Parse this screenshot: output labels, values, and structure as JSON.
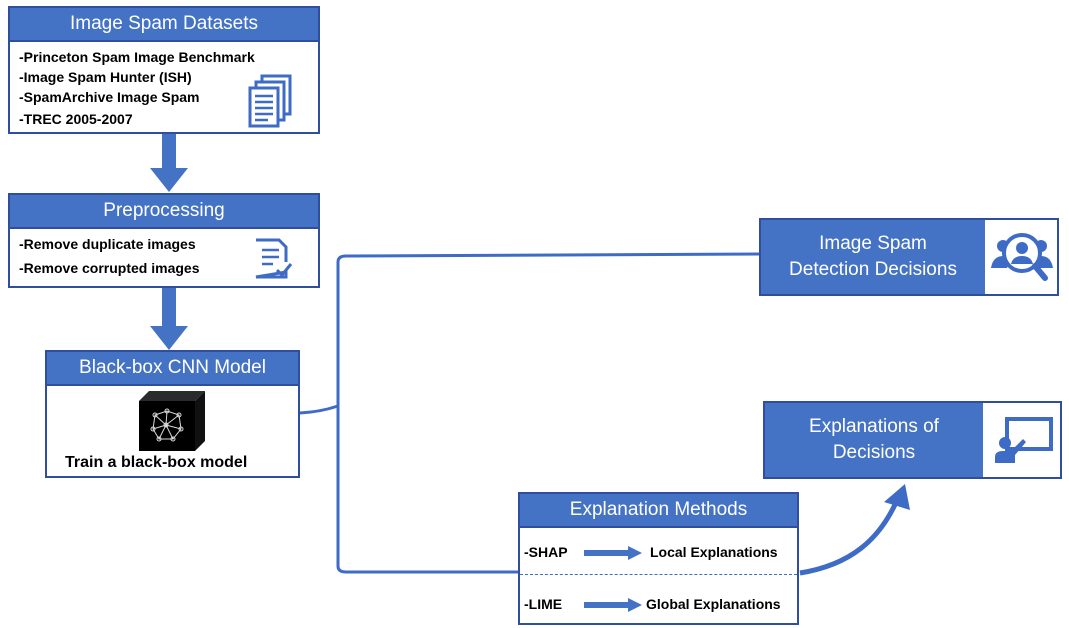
{
  "datasets": {
    "title": "Image Spam Datasets",
    "items": [
      "-Princeton Spam Image Benchmark",
      "-Image Spam Hunter (ISH)",
      "-SpamArchive Image Spam",
      "-TREC 2005-2007"
    ]
  },
  "preprocessing": {
    "title": "Preprocessing",
    "items": [
      "-Remove duplicate images",
      "-Remove corrupted images"
    ]
  },
  "cnn": {
    "title": "Black-box CNN Model",
    "caption": "Train a black-box model"
  },
  "decisions": {
    "line1": "Image Spam",
    "line2": "Detection Decisions"
  },
  "explanations": {
    "line1": "Explanations of",
    "line2": "Decisions"
  },
  "methods": {
    "title": "Explanation Methods",
    "rows": [
      {
        "method": "-SHAP",
        "result": "Local Explanations"
      },
      {
        "method": "-LIME",
        "result": "Global Explanations"
      }
    ]
  },
  "colors": {
    "accent": "#4472c4",
    "border": "#2f4f9e",
    "connector": "#3e6bc6"
  },
  "icons": {
    "datasets": "documents-icon",
    "preprocessing": "checklist-document-icon",
    "cnn": "neural-network-cube-icon",
    "decisions": "people-search-icon",
    "explanations": "presentation-board-icon"
  }
}
